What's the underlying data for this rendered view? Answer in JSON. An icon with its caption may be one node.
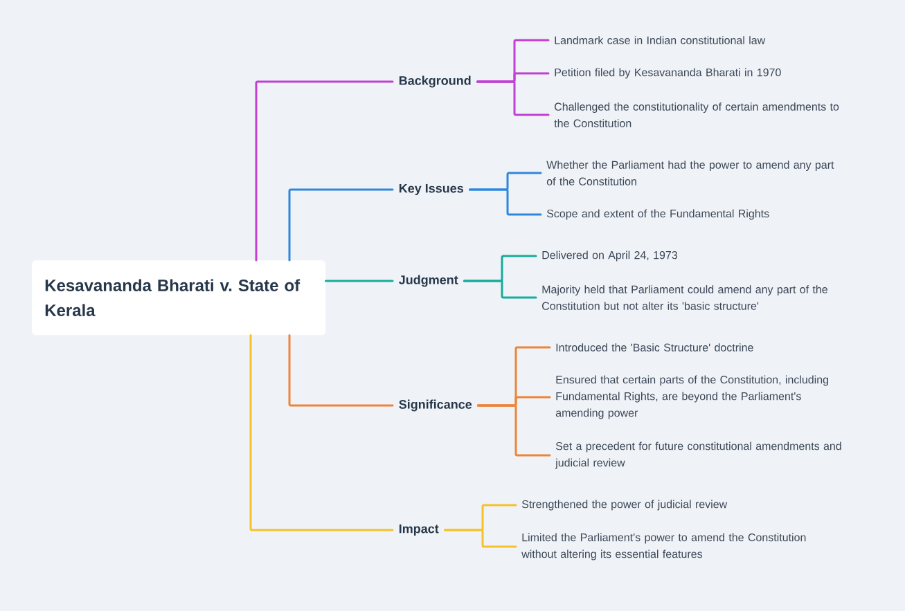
{
  "diagram": {
    "nodes": [
      {
        "text": [
          "Kesavananda Bharati v. State of Kerala"
        ]
      },
      {
        "text": [
          "Background"
        ]
      },
      {
        "text": [
          "Landmark case in Indian constitutional law"
        ]
      },
      {
        "text": [
          "Petition filed by Kesavananda Bharati in 1970"
        ]
      },
      {
        "text": [
          "Challenged the constitutionality of certain amendments to the Constitution"
        ]
      },
      {
        "text": [
          "Key Issues"
        ]
      },
      {
        "text": [
          "Whether the Parliament had the power to amend any part of the Constitution"
        ]
      },
      {
        "text": [
          "Scope and extent of the Fundamental Rights"
        ]
      },
      {
        "text": [
          "Judgment"
        ]
      },
      {
        "text": [
          "Delivered on April 24, 1973"
        ]
      },
      {
        "text": [
          "Majority held that Parliament could amend any part of the Constitution but not alter its 'basic structure'"
        ]
      },
      {
        "text": [
          "Significance"
        ]
      },
      {
        "text": [
          "Introduced the 'Basic Structure' doctrine"
        ]
      },
      {
        "text": [
          "Ensured that certain parts of the Constitution, including Fundamental Rights, are beyond the Parliament's amending power"
        ]
      },
      {
        "text": [
          "Set a precedent for future constitutional amendments and judicial review"
        ]
      },
      {
        "text": [
          "Impact"
        ]
      },
      {
        "text": [
          "Strengthened the power of judicial review"
        ]
      },
      {
        "text": [
          "Limited the Parliament's power to amend the Constitution without altering its essential features"
        ]
      }
    ],
    "edges": [
      {
        "from": 0,
        "to": 1,
        "arrow": "none",
        "color": "#c23fd3"
      },
      {
        "from": 1,
        "to": 2,
        "arrow": "none",
        "color": "#c23fd3"
      },
      {
        "from": 1,
        "to": 3,
        "arrow": "none",
        "color": "#c23fd3"
      },
      {
        "from": 1,
        "to": 4,
        "arrow": "none",
        "color": "#c23fd3"
      },
      {
        "from": 0,
        "to": 5,
        "arrow": "none",
        "color": "#2f86dd"
      },
      {
        "from": 5,
        "to": 6,
        "arrow": "none",
        "color": "#2f86dd"
      },
      {
        "from": 5,
        "to": 7,
        "arrow": "none",
        "color": "#2f86dd"
      },
      {
        "from": 0,
        "to": 8,
        "arrow": "none",
        "color": "#17ab9c"
      },
      {
        "from": 8,
        "to": 9,
        "arrow": "none",
        "color": "#17ab9c"
      },
      {
        "from": 8,
        "to": 10,
        "arrow": "none",
        "color": "#17ab9c"
      },
      {
        "from": 0,
        "to": 11,
        "arrow": "none",
        "color": "#ee843a"
      },
      {
        "from": 11,
        "to": 12,
        "arrow": "none",
        "color": "#ee843a"
      },
      {
        "from": 11,
        "to": 13,
        "arrow": "none",
        "color": "#ee843a"
      },
      {
        "from": 11,
        "to": 14,
        "arrow": "none",
        "color": "#ee843a"
      },
      {
        "from": 0,
        "to": 15,
        "arrow": "none",
        "color": "#f6c12b"
      },
      {
        "from": 15,
        "to": 16,
        "arrow": "none",
        "color": "#f6c12b"
      },
      {
        "from": 15,
        "to": 17,
        "arrow": "none",
        "color": "#f6c12b"
      }
    ]
  }
}
